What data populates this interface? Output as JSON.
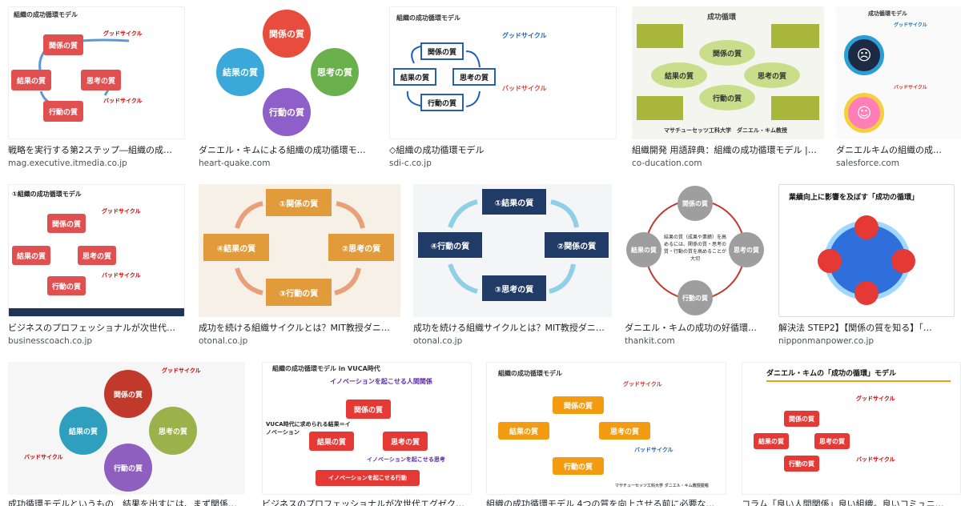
{
  "results": [
    {
      "caption": "戦略を実行する第2ステップ―組織の成…",
      "source": "mag.executive.itmedia.co.jp",
      "thumb": {
        "title": "組織の成功循環モデル",
        "nodes": [
          "関係の質",
          "思考の質",
          "行動の質",
          "結果の質"
        ],
        "good": "グッドサイクル",
        "bad": "バッドサイクル"
      }
    },
    {
      "caption": "ダニエル・キムによる組織の成功循環モ…",
      "source": "heart-quake.com",
      "thumb": {
        "nodes": [
          "関係の質",
          "思考の質",
          "行動の質",
          "結果の質"
        ]
      }
    },
    {
      "caption": "◇組織の成功循環モデル",
      "source": "sdi-c.co.jp",
      "thumb": {
        "title": "組織の成功循環モデル",
        "nodes": [
          "関係の質",
          "思考の質",
          "行動の質",
          "結果の質"
        ],
        "good": "グッドサイクル",
        "bad": "バッドサイクル"
      }
    },
    {
      "caption": "組織開発 用語辞典：組織の成功循環モデル |…",
      "source": "co-ducation.com",
      "thumb": {
        "title": "成功循環",
        "nodes": [
          "関係の質",
          "思考の質",
          "行動の質",
          "結果の質"
        ],
        "footer": "マサチューセッツ工科大学　ダニエル・キム教授"
      }
    },
    {
      "caption": "ダニエルキムの組織の成…",
      "source": "salesforce.com",
      "thumb": {
        "title": "成功循環モデル",
        "good": "グッドサイクル",
        "bad": "バッドサイクル"
      }
    },
    {
      "caption": "ビジネスのプロフェッショナルが次世代…",
      "source": "businesscoach.co.jp",
      "thumb": {
        "title": "①組織の成功循環モデル",
        "nodes": [
          "関係の質",
          "思考の質",
          "行動の質",
          "結果の質"
        ],
        "good": "グッドサイクル",
        "bad": "バッドサイクル"
      }
    },
    {
      "caption": "成功を続ける組織サイクルとは？MIT教授ダニ…",
      "source": "otonal.co.jp",
      "thumb": {
        "nodes": [
          "①関係の質",
          "②思考の質",
          "③行動の質",
          "④結果の質"
        ]
      }
    },
    {
      "caption": "成功を続ける組織サイクルとは？MIT教授ダニ…",
      "source": "otonal.co.jp",
      "thumb": {
        "nodes": [
          "①結果の質",
          "②関係の質",
          "③思考の質",
          "④行動の質"
        ]
      }
    },
    {
      "caption": "ダニエル・キムの成功の好循環…",
      "source": "thankit.com",
      "thumb": {
        "nodes": [
          "関係の質",
          "思考の質",
          "行動の質",
          "結果の質"
        ],
        "center": "結果の質（成果や業績）を高めるには、関係の質・思考の質・行動の質を高めることが大切"
      }
    },
    {
      "caption": "解決法 STEP2】【関係の質を知る】「…",
      "source": "nipponmanpower.co.jp",
      "thumb": {
        "title": "業績向上に影響を及ぼす「成功の循環」"
      }
    },
    {
      "caption": "成功循環モデルというもの　結果を出すには、まず関係…",
      "source": "",
      "thumb": {
        "nodes": [
          "関係の質",
          "思考の質",
          "行動の質",
          "結果の質"
        ],
        "good": "グッドサイクル",
        "bad": "バッドサイクル"
      }
    },
    {
      "caption": "ビジネスのプロフェッショナルが次世代エグゼク…",
      "source": "",
      "thumb": {
        "title": "組織の成功循環モデル in VUCA時代",
        "nodes": [
          "関係の質",
          "思考の質",
          "結果の質"
        ],
        "top": "イノベーションを起こせる人間関係",
        "left": "VUCA時代に求められる結果＝イノベーション",
        "right": "イノベーションを起こせる思考",
        "bottom": "イノベーションを起こせる行動"
      }
    },
    {
      "caption": "組織の成功循環モデル 4つの質を向上させる前に必要な…",
      "source": "",
      "thumb": {
        "title": "組織の成功循環モデル",
        "nodes": [
          "関係の質",
          "思考の質",
          "行動の質",
          "結果の質"
        ],
        "good": "グッドサイクル",
        "bad": "バッドサイクル",
        "footer": "マサチューセッツ工科大学 ダニエル・キム教授提唱"
      }
    },
    {
      "caption": "コラム「良い人間関係」良い組織。良いコミュニ…",
      "source": "",
      "thumb": {
        "title": "ダニエル・キムの「成功の循環」モデル",
        "nodes": [
          "関係の質",
          "思考の質",
          "行動の質",
          "結果の質"
        ],
        "good": "グッドサイクル",
        "bad": "バッドサイクル"
      }
    }
  ]
}
